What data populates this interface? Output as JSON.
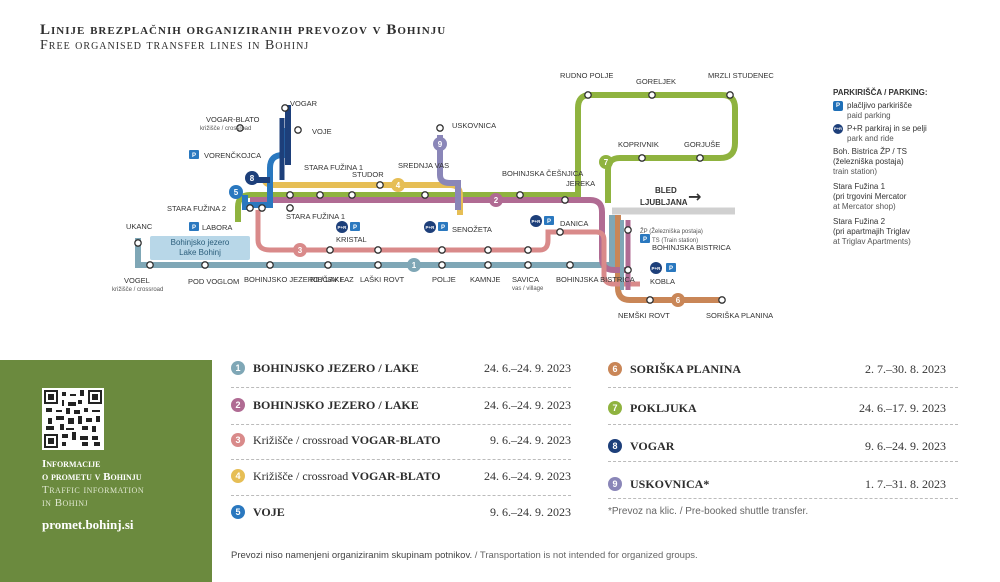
{
  "title": {
    "sl": "Linije brezplačnih organiziranih prevozov v Bohinju",
    "en": "Free organised transfer lines in Bohinj"
  },
  "colors": {
    "line1": "#7fa7b6",
    "line2": "#b06b93",
    "line3": "#d98a8a",
    "line4": "#e6be55",
    "line5": "#2a78bf",
    "line6": "#c98657",
    "line7": "#8fb33f",
    "line8": "#1d3f7a",
    "line9": "#8a86b8",
    "panel": "#6b8a3e"
  },
  "map": {
    "stops": {
      "ukanc": "UKANC",
      "vogel": "VOGEL",
      "vogel_sub": "križišče / crossroad",
      "pod_voglom": "POD VOGLOM",
      "bohinjsko_jezero": "BOHINJSKO JEZERO / LAKE",
      "ribcev_laz": "RIBČEV LAZ",
      "laski_rovt": "LAŠKI ROVT",
      "polje": "POLJE",
      "kamnje": "KAMNJE",
      "savica": "SAVICA",
      "savica_sub": "vas / village",
      "bohinjska_bistrica_s": "BOHINJSKA BISTRICA",
      "stara_fuzina_2": "STARA FUŽINA 2",
      "labora": "LABORA",
      "stara_fuzina_1_low": "STARA FUŽINA 1",
      "kristal": "KRISTAL",
      "senozeta": "SENOŽETA",
      "danica": "DANICA",
      "vorenckojca": "VORENČKOJCA",
      "vogar_blato": "VOGAR-BLATO",
      "vogar_blato_sub": "križišče / crossroad",
      "vogar": "VOGAR",
      "voje": "VOJE",
      "stara_fuzina_1": "STARA FUŽINA 1",
      "studor": "STUDOR",
      "srednja_vas": "SREDNJA VAS",
      "uskovnica": "USKOVNICA",
      "bohinjska_cesnjica": "BOHINJSKA ČEŠNJICA",
      "jereka": "JEREKA",
      "rudno_polje": "RUDNO POLJE",
      "goreljek": "GORELJEK",
      "mrzli_studenec": "MRZLI STUDENEC",
      "koprivnik": "KOPRIVNIK",
      "gorjuse": "GORJUŠE",
      "zp": "ŽP (Železniška postaja)",
      "zp_sub": "TS (Train station)",
      "bohinjska_bistrica": "BOHINJSKA BISTRICA",
      "kobla": "KOBLA",
      "nemski_rovt": "NEMŠKI ROVT",
      "soriska_planina": "SORIŠKA PLANINA"
    },
    "lake_sl": "Bohinjsko jezero",
    "lake_en": "Lake Bohinj",
    "bled": "BLED",
    "ljubljana": "LJUBLJANA",
    "arrow": "→",
    "pr": "P+R",
    "p": "P",
    "line_numbers": [
      "1",
      "2",
      "3",
      "4",
      "5",
      "6",
      "7",
      "8",
      "9"
    ]
  },
  "parking_legend": {
    "heading": "PARKIRIŠČA / PARKING:",
    "paid_sl": "plačljivo parkirišče",
    "paid_en": "paid parking",
    "pr_sl": "P+R parkiraj in se pelji",
    "pr_en": "park and ride",
    "bistrica_sl": "Boh. Bistrica ŽP / TS",
    "bistrica_sl2": "(železniška postaja)",
    "bistrica_en": "train station)",
    "sf1": "Stara Fužina 1",
    "sf1_sl": "(pri trgovini Mercator",
    "sf1_en": "at Mercator shop)",
    "sf2": "Stara Fužina 2",
    "sf2_sl": "(pri apartmajih Triglav",
    "sf2_en": "at Triglav Apartments)"
  },
  "info": {
    "line1": "Informacije",
    "line2": "o prometu v Bohinju",
    "line3": "Traffic information",
    "line4": "in Bohinj",
    "site": "promet.bohinj.si"
  },
  "lines_left": [
    {
      "num": "1",
      "name_bold": "BOHINJSKO JEZERO / LAKE",
      "name_light": "",
      "dates": "24. 6.–24. 9. 2023"
    },
    {
      "num": "2",
      "name_bold": "BOHINJSKO JEZERO / LAKE",
      "name_light": "",
      "dates": "24. 6.–24. 9. 2023"
    },
    {
      "num": "3",
      "name_light": "Križišče / crossroad ",
      "name_bold": "VOGAR-BLATO",
      "dates": "9. 6.–24. 9. 2023"
    },
    {
      "num": "4",
      "name_light": "Križišče / crossroad ",
      "name_bold": "VOGAR-BLATO",
      "dates": "24. 6.–24. 9. 2023"
    },
    {
      "num": "5",
      "name_bold": "VOJE",
      "name_light": "",
      "dates": "9. 6.–24. 9. 2023"
    }
  ],
  "lines_right": [
    {
      "num": "6",
      "name_bold": "SORIŠKA PLANINA",
      "dates": "2. 7.–30. 8. 2023"
    },
    {
      "num": "7",
      "name_bold": "POKLJUKA",
      "dates": "24. 6.–17. 9. 2023"
    },
    {
      "num": "8",
      "name_bold": "VOGAR",
      "dates": "9. 6.–24. 9. 2023"
    },
    {
      "num": "9",
      "name_bold": "USKOVNICA*",
      "dates": "1. 7.–31. 8. 2023"
    }
  ],
  "prebook_note": "*Prevoz na klic. / Pre-booked shuttle transfer.",
  "footer": {
    "sl": "Prevozi niso namenjeni organiziranim skupinam potnikov.",
    "en": " / Transportation is not intended for organized groups."
  }
}
